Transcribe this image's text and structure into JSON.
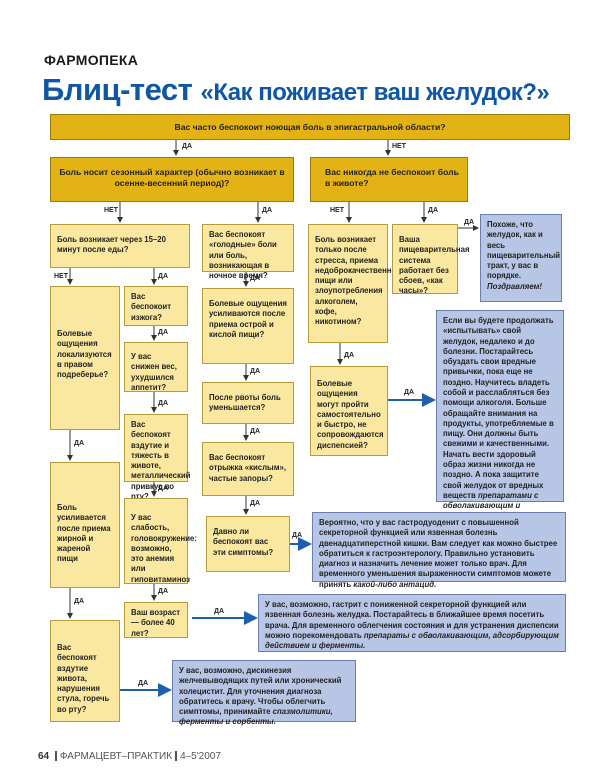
{
  "header": {
    "section": "ФАРМОПЕКА",
    "title": "Блиц-тест",
    "subtitle": "«Как поживает ваш желудок?»"
  },
  "labels": {
    "yes": "ДА",
    "no": "НЕТ"
  },
  "boxes": {
    "q_main": "Вас часто беспокоит ноющая боль в эпигастральной области?",
    "q_seasonal": "Боль носит сезонный характер (обычно возникает в осенне-весенний период)?",
    "q_never": "Вас никогда не беспокоит боль в животе?",
    "q_15_20": "Боль возникает через 15–20 минут после еды?",
    "q_hungry": "Вас беспокоят «голодные» боли или боль, возникающая в ночное время?",
    "q_stress": "Боль возникает только после стресса, приема недоброкачественной пищи или злоупотребления алкоголем, кофе, никотином?",
    "q_digest": "Ваша пищеварительная система работает без сбоев, «как часы»?",
    "r_fine": "Похоже, что желудок, как и весь пищеварительный тракт, у вас в порядке.",
    "r_fine_it": "Поздравляем!",
    "q_localized": "Болевые ощущения локализуются в правом подреберье?",
    "q_heartburn": "Вас беспокоит изжога?",
    "q_stronger": "Болевые ощущения усиливаются после приема острой и кислой пищи?",
    "q_weight": "У вас снижен вес, ухудшился аппетит?",
    "q_vomit": "После рвоты боль уменьшается?",
    "q_selfgone": "Болевые ощущения могут пройти самостоятельно и быстро, не сопровождаются диспепсией?",
    "r_advice": "Если вы будете продолжать «испытывать» свой желудок, недалеко и до болезни. Постарайтесь обуздать свои вредные привычки, пока еще не поздно. Научитесь владеть собой и расслабляться без помощи алкоголя. Больше обращайте внимания на продукты, употребляемые в пищу. Они должны быть свежими и качественными. Начать вести здоровый образ жизни никогда не поздно. А пока защитите свой желудок от вредных веществ",
    "r_advice_it": "препаратами с обволакивающим и сорбирующим действием.",
    "q_bloating": "Вас беспокоят вздутие и тяжесть в животе, металлический привкус во рту?",
    "q_belch": "Вас беспокоят отрыжка «кислым», частые запоры?",
    "q_fatty": "Боль усиливается после приема жирной и жареной пищи",
    "q_weakness": "У вас слабость, головокружение: возможно, это анемия или гиповитаминоз",
    "q_longago": "Давно ли беспокоят вас эти симптомы?",
    "r_ulcer": "Вероятно, что у вас гастродуоденит с повышенной секреторной функцией или язвенная болезнь двенадцатиперстной кишки. Вам следует как можно быстрее обратиться к гастроэнтерологу. Правильно установить диагноз и назначить лечение может только врач. Для временного уменьшения выраженности симптомов можете принять",
    "r_ulcer_it": "какой-либо антацид.",
    "q_age": "Ваш возраст — более 40 лет?",
    "r_gastritis": "У вас, возможно, гастрит с пониженной секреторной функцией или язвенная болезнь желудка. Постарайтесь в ближайшее время посетить врача. Для временного облегчения состояния и для устранения диспепсии можно порекомендовать",
    "r_gastritis_it": "препараты с обволакивающим, адсорбирующим действием и ферменты.",
    "q_stool": "Вас беспокоят вздутие живота, нарушения стула, горечь во рту?",
    "r_dyskinesia": "У вас, возможно, дискинезия желчевыводящих путей или хронический холецистит. Для уточнения диагноза обратитесь к врачу. Чтобы облегчить симптомы, принимайте",
    "r_dyskinesia_it": "спазмолитики, ферменты и сорбенты."
  },
  "footer": {
    "page": "64",
    "magazine": "ФАРМАЦЕВТ–ПРАКТИК",
    "issue": "4–5'2007"
  }
}
